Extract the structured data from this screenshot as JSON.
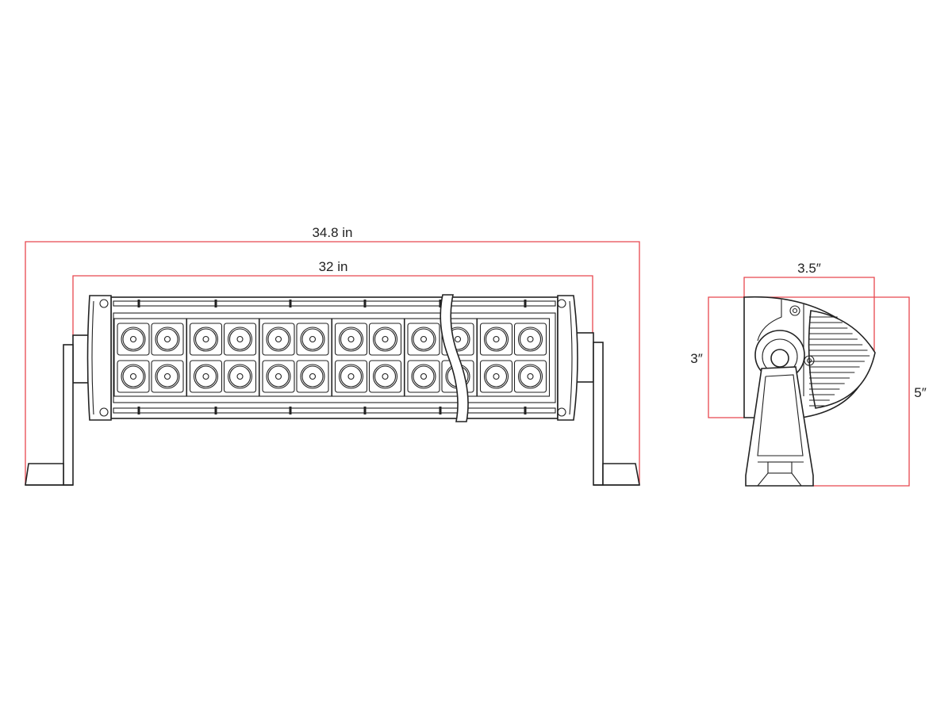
{
  "title": "LED light bar dimensions",
  "front_view": {
    "overall_length_label": "34.8 in",
    "light_length_label": "32 in",
    "led_columns": 12,
    "led_rows": 2
  },
  "side_view": {
    "depth_label": "3.5″",
    "housing_height_label": "3″",
    "total_height_label": "5″"
  },
  "colors": {
    "dimension_line": "#e8474f",
    "outline": "#222222"
  }
}
